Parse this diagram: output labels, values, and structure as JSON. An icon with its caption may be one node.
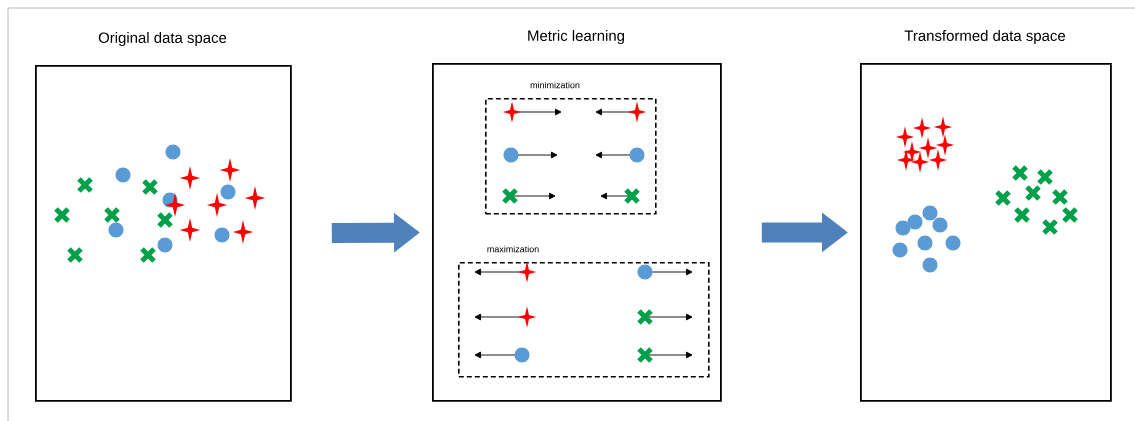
{
  "diagram": {
    "nodes": [
      {
        "text": [
          "Original data space"
        ]
      },
      {
        "text": [
          "Metric learning"
        ]
      },
      {
        "text": [
          "minimization"
        ],
        "in": 1
      },
      {
        "text": [
          "maximization"
        ],
        "in": 1
      },
      {
        "text": [
          "Transformed data space"
        ]
      }
    ],
    "edges": [
      {
        "from": 0,
        "to": 1,
        "arrow": "to"
      },
      {
        "from": 1,
        "to": 4,
        "arrow": "to"
      }
    ]
  }
}
